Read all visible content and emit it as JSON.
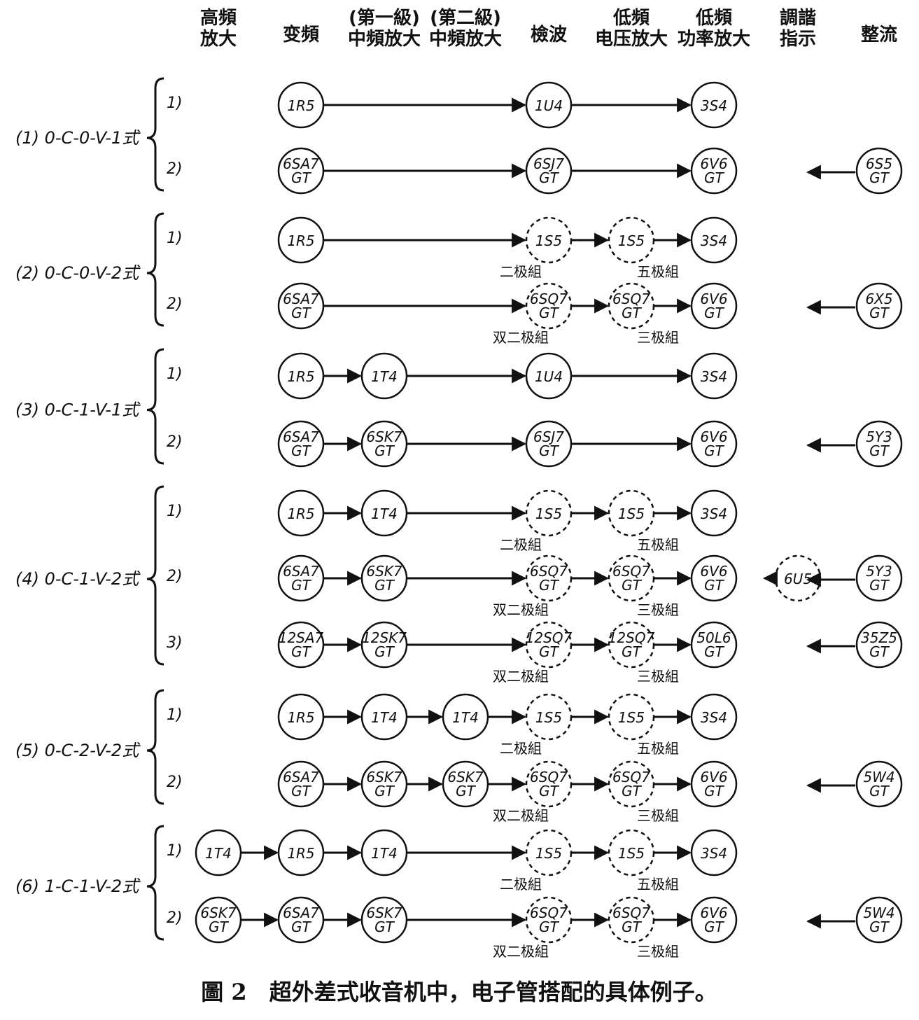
{
  "columns": [
    {
      "key": "rf",
      "lines": [
        "高頻",
        "放大"
      ]
    },
    {
      "key": "mix",
      "lines": [
        "变頻"
      ]
    },
    {
      "key": "if1",
      "lines": [
        "(第一級)",
        "中頻放大"
      ]
    },
    {
      "key": "if2",
      "lines": [
        "(第二級)",
        "中頻放大"
      ]
    },
    {
      "key": "det",
      "lines": [
        "檢波"
      ]
    },
    {
      "key": "afv",
      "lines": [
        "低頻",
        "电压放大"
      ]
    },
    {
      "key": "afp",
      "lines": [
        "低頻",
        "功率放大"
      ]
    },
    {
      "key": "tune",
      "lines": [
        "調諧",
        "指示"
      ]
    },
    {
      "key": "rect",
      "lines": [
        "整流"
      ]
    }
  ],
  "groups": [
    {
      "label": "(1) 0-C-0-V-1式",
      "rows": [
        {
          "sub": "1)",
          "tubes": [
            {
              "col": "mix",
              "lines": [
                "1R5"
              ]
            },
            {
              "col": "det",
              "lines": [
                "1U4"
              ]
            },
            {
              "col": "afp",
              "lines": [
                "3S4"
              ]
            }
          ],
          "notes": []
        },
        {
          "sub": "2)",
          "tubes": [
            {
              "col": "mix",
              "lines": [
                "6SA7",
                "GT"
              ]
            },
            {
              "col": "det",
              "lines": [
                "6SJ7",
                "GT"
              ]
            },
            {
              "col": "afp",
              "lines": [
                "6V6",
                "GT"
              ]
            }
          ],
          "rectifier": {
            "lines": [
              "6S5",
              "GT"
            ]
          },
          "notes": []
        }
      ]
    },
    {
      "label": "(2) 0-C-0-V-2式",
      "rows": [
        {
          "sub": "1)",
          "tubes": [
            {
              "col": "mix",
              "lines": [
                "1R5"
              ]
            },
            {
              "col": "det",
              "lines": [
                "1S5"
              ],
              "dashed": true
            },
            {
              "col": "afv",
              "lines": [
                "1S5"
              ],
              "dashed": true
            },
            {
              "col": "afp",
              "lines": [
                "3S4"
              ]
            }
          ],
          "notes": [
            {
              "col": "det",
              "text": "二极組"
            },
            {
              "col": "afv",
              "text": "五极組"
            }
          ]
        },
        {
          "sub": "2)",
          "tubes": [
            {
              "col": "mix",
              "lines": [
                "6SA7",
                "GT"
              ]
            },
            {
              "col": "det",
              "lines": [
                "6SQ7",
                "GT"
              ],
              "dashed": true
            },
            {
              "col": "afv",
              "lines": [
                "6SQ7",
                "GT"
              ],
              "dashed": true
            },
            {
              "col": "afp",
              "lines": [
                "6V6",
                "GT"
              ]
            }
          ],
          "rectifier": {
            "lines": [
              "6X5",
              "GT"
            ]
          },
          "notes": [
            {
              "col": "det",
              "text": "双二极組"
            },
            {
              "col": "afv",
              "text": "三极組"
            }
          ]
        }
      ]
    },
    {
      "label": "(3) 0-C-1-V-1式",
      "rows": [
        {
          "sub": "1)",
          "tubes": [
            {
              "col": "mix",
              "lines": [
                "1R5"
              ]
            },
            {
              "col": "if1",
              "lines": [
                "1T4"
              ]
            },
            {
              "col": "det",
              "lines": [
                "1U4"
              ]
            },
            {
              "col": "afp",
              "lines": [
                "3S4"
              ]
            }
          ],
          "notes": []
        },
        {
          "sub": "2)",
          "tubes": [
            {
              "col": "mix",
              "lines": [
                "6SA7",
                "GT"
              ]
            },
            {
              "col": "if1",
              "lines": [
                "6SK7",
                "GT"
              ]
            },
            {
              "col": "det",
              "lines": [
                "6SJ7",
                "GT"
              ]
            },
            {
              "col": "afp",
              "lines": [
                "6V6",
                "GT"
              ]
            }
          ],
          "rectifier": {
            "lines": [
              "5Y3",
              "GT"
            ]
          },
          "notes": []
        }
      ]
    },
    {
      "label": "(4) 0-C-1-V-2式",
      "rows": [
        {
          "sub": "1)",
          "tubes": [
            {
              "col": "mix",
              "lines": [
                "1R5"
              ]
            },
            {
              "col": "if1",
              "lines": [
                "1T4"
              ]
            },
            {
              "col": "det",
              "lines": [
                "1S5"
              ],
              "dashed": true
            },
            {
              "col": "afv",
              "lines": [
                "1S5"
              ],
              "dashed": true
            },
            {
              "col": "afp",
              "lines": [
                "3S4"
              ]
            }
          ],
          "notes": [
            {
              "col": "det",
              "text": "二极組"
            },
            {
              "col": "afv",
              "text": "五极組"
            }
          ]
        },
        {
          "sub": "2)",
          "tubes": [
            {
              "col": "mix",
              "lines": [
                "6SA7",
                "GT"
              ]
            },
            {
              "col": "if1",
              "lines": [
                "6SK7",
                "GT"
              ]
            },
            {
              "col": "det",
              "lines": [
                "6SQ7",
                "GT"
              ],
              "dashed": true
            },
            {
              "col": "afv",
              "lines": [
                "6SQ7",
                "GT"
              ],
              "dashed": true
            },
            {
              "col": "afp",
              "lines": [
                "6V6",
                "GT"
              ]
            }
          ],
          "tuning": {
            "lines": [
              "6U5"
            ]
          },
          "rectifier": {
            "lines": [
              "5Y3",
              "GT"
            ]
          },
          "notes": [
            {
              "col": "det",
              "text": "双二极組"
            },
            {
              "col": "afv",
              "text": "三极組"
            }
          ]
        },
        {
          "sub": "3)",
          "tubes": [
            {
              "col": "mix",
              "lines": [
                "12SA7",
                "GT"
              ]
            },
            {
              "col": "if1",
              "lines": [
                "12SK7",
                "GT"
              ]
            },
            {
              "col": "det",
              "lines": [
                "12SQ7",
                "GT"
              ],
              "dashed": true
            },
            {
              "col": "afv",
              "lines": [
                "12SQ7",
                "GT"
              ],
              "dashed": true
            },
            {
              "col": "afp",
              "lines": [
                "50L6",
                "GT"
              ]
            }
          ],
          "rectifier": {
            "lines": [
              "35Z5",
              "GT"
            ]
          },
          "notes": [
            {
              "col": "det",
              "text": "双二极組"
            },
            {
              "col": "afv",
              "text": "三极組"
            }
          ]
        }
      ]
    },
    {
      "label": "(5) 0-C-2-V-2式",
      "rows": [
        {
          "sub": "1)",
          "tubes": [
            {
              "col": "mix",
              "lines": [
                "1R5"
              ]
            },
            {
              "col": "if1",
              "lines": [
                "1T4"
              ]
            },
            {
              "col": "if2",
              "lines": [
                "1T4"
              ]
            },
            {
              "col": "det",
              "lines": [
                "1S5"
              ],
              "dashed": true
            },
            {
              "col": "afv",
              "lines": [
                "1S5"
              ],
              "dashed": true
            },
            {
              "col": "afp",
              "lines": [
                "3S4"
              ]
            }
          ],
          "notes": [
            {
              "col": "det",
              "text": "二极組"
            },
            {
              "col": "afv",
              "text": "五极組"
            }
          ]
        },
        {
          "sub": "2)",
          "tubes": [
            {
              "col": "mix",
              "lines": [
                "6SA7",
                "GT"
              ]
            },
            {
              "col": "if1",
              "lines": [
                "6SK7",
                "GT"
              ]
            },
            {
              "col": "if2",
              "lines": [
                "6SK7",
                "GT"
              ]
            },
            {
              "col": "det",
              "lines": [
                "6SQ7",
                "GT"
              ],
              "dashed": true
            },
            {
              "col": "afv",
              "lines": [
                "6SQ7",
                "GT"
              ],
              "dashed": true
            },
            {
              "col": "afp",
              "lines": [
                "6V6",
                "GT"
              ]
            }
          ],
          "rectifier": {
            "lines": [
              "5W4",
              "GT"
            ]
          },
          "notes": [
            {
              "col": "det",
              "text": "双二极組"
            },
            {
              "col": "afv",
              "text": "三极組"
            }
          ]
        }
      ]
    },
    {
      "label": "(6) 1-C-1-V-2式",
      "rows": [
        {
          "sub": "1)",
          "tubes": [
            {
              "col": "rf",
              "lines": [
                "1T4"
              ]
            },
            {
              "col": "mix",
              "lines": [
                "1R5"
              ]
            },
            {
              "col": "if1",
              "lines": [
                "1T4"
              ]
            },
            {
              "col": "det",
              "lines": [
                "1S5"
              ],
              "dashed": true
            },
            {
              "col": "afv",
              "lines": [
                "1S5"
              ],
              "dashed": true
            },
            {
              "col": "afp",
              "lines": [
                "3S4"
              ]
            }
          ],
          "notes": [
            {
              "col": "det",
              "text": "二极組"
            },
            {
              "col": "afv",
              "text": "五极組"
            }
          ]
        },
        {
          "sub": "2)",
          "tubes": [
            {
              "col": "rf",
              "lines": [
                "6SK7",
                "GT"
              ]
            },
            {
              "col": "mix",
              "lines": [
                "6SA7",
                "GT"
              ]
            },
            {
              "col": "if1",
              "lines": [
                "6SK7",
                "GT"
              ]
            },
            {
              "col": "det",
              "lines": [
                "6SQ7",
                "GT"
              ],
              "dashed": true
            },
            {
              "col": "afv",
              "lines": [
                "6SQ7",
                "GT"
              ],
              "dashed": true
            },
            {
              "col": "afp",
              "lines": [
                "6V6",
                "GT"
              ]
            }
          ],
          "rectifier": {
            "lines": [
              "5W4",
              "GT"
            ]
          },
          "notes": [
            {
              "col": "det",
              "text": "双二极組"
            },
            {
              "col": "afv",
              "text": "三极組"
            }
          ]
        }
      ]
    }
  ],
  "caption": "圖 2　超外差式收音机中，电子管搭配的具体例子。"
}
